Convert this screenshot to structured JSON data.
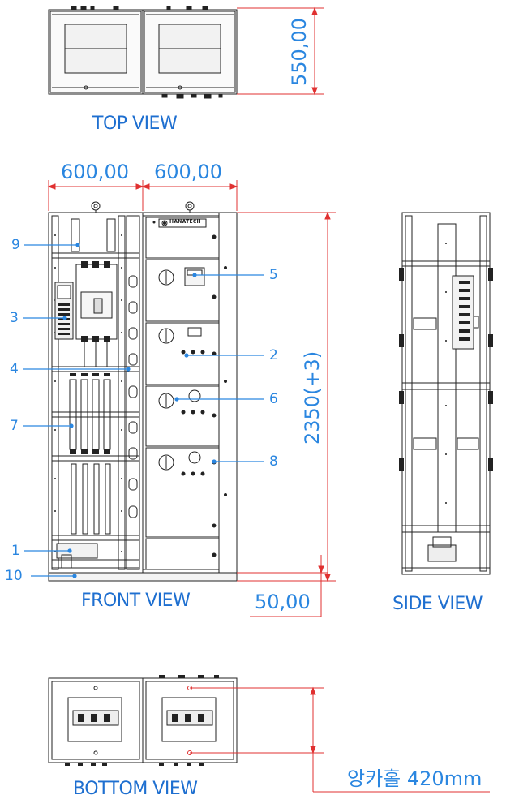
{
  "views": {
    "top": "TOP VIEW",
    "front": "FRONT VIEW",
    "side": "SIDE VIEW",
    "bottom": "BOTTOM VIEW"
  },
  "dimensions": {
    "depth": "550,00",
    "width_left": "600,00",
    "width_right": "600,00",
    "height": "2350(+3)",
    "base": "50,00",
    "anchor_hole": "앙카홀 420mm"
  },
  "callouts": [
    "1",
    "2",
    "3",
    "4",
    "5",
    "6",
    "7",
    "8",
    "9",
    "10"
  ],
  "brand": "HANATECH",
  "colors": {
    "line": "#222222",
    "dimension": "#e03030",
    "callout": "#2a86e0",
    "title": "#1e6fd0"
  }
}
